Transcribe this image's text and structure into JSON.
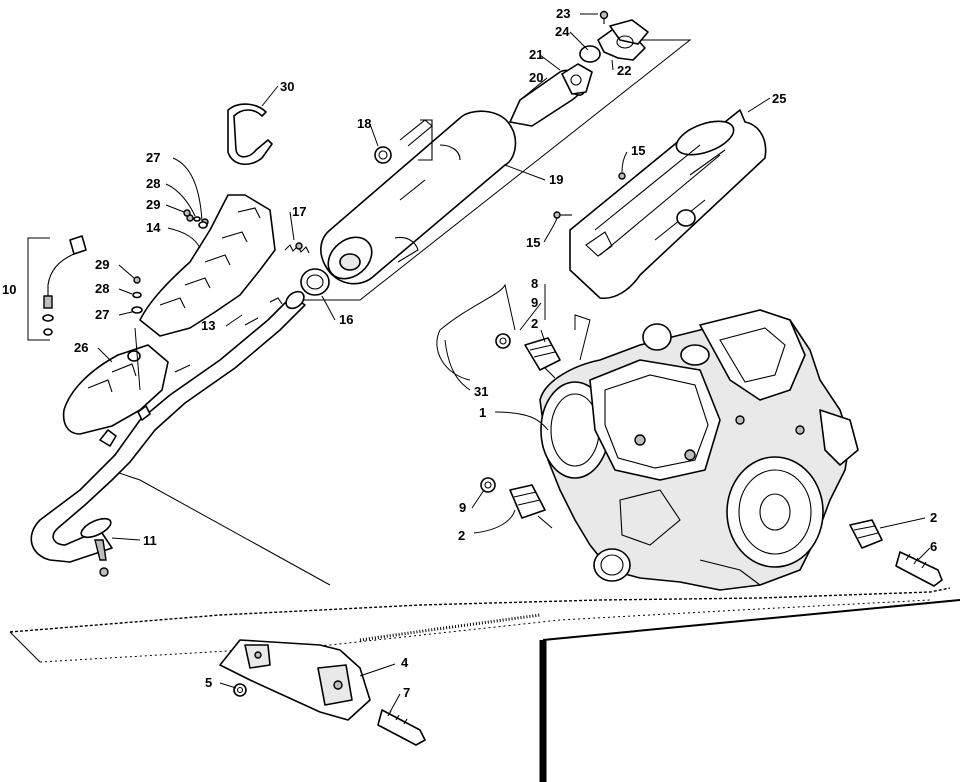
{
  "diagram": {
    "callouts": [
      {
        "id": "c1",
        "label": "1"
      },
      {
        "id": "c2a",
        "label": "2"
      },
      {
        "id": "c2b",
        "label": "2"
      },
      {
        "id": "c2c",
        "label": "2"
      },
      {
        "id": "c4",
        "label": "4"
      },
      {
        "id": "c5",
        "label": "5"
      },
      {
        "id": "c6",
        "label": "6"
      },
      {
        "id": "c7",
        "label": "7"
      },
      {
        "id": "c8",
        "label": "8"
      },
      {
        "id": "c9a",
        "label": "9"
      },
      {
        "id": "c9b",
        "label": "9"
      },
      {
        "id": "c10",
        "label": "10"
      },
      {
        "id": "c11",
        "label": "11"
      },
      {
        "id": "c13",
        "label": "13"
      },
      {
        "id": "c14",
        "label": "14"
      },
      {
        "id": "c15a",
        "label": "15"
      },
      {
        "id": "c15b",
        "label": "15"
      },
      {
        "id": "c16",
        "label": "16"
      },
      {
        "id": "c17",
        "label": "17"
      },
      {
        "id": "c18",
        "label": "18"
      },
      {
        "id": "c19",
        "label": "19"
      },
      {
        "id": "c20",
        "label": "20"
      },
      {
        "id": "c21",
        "label": "21"
      },
      {
        "id": "c22",
        "label": "22"
      },
      {
        "id": "c23",
        "label": "23"
      },
      {
        "id": "c24",
        "label": "24"
      },
      {
        "id": "c25",
        "label": "25"
      },
      {
        "id": "c26",
        "label": "26"
      },
      {
        "id": "c27a",
        "label": "27"
      },
      {
        "id": "c27b",
        "label": "27"
      },
      {
        "id": "c28a",
        "label": "28"
      },
      {
        "id": "c28b",
        "label": "28"
      },
      {
        "id": "c29a",
        "label": "29"
      },
      {
        "id": "c29b",
        "label": "29"
      },
      {
        "id": "c30",
        "label": "30"
      },
      {
        "id": "c31",
        "label": "31"
      }
    ]
  }
}
